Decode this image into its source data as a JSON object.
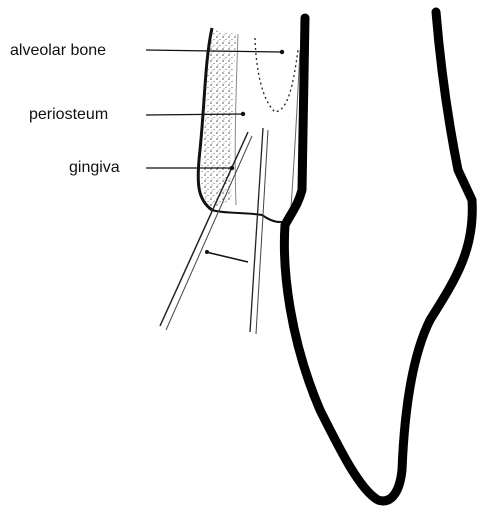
{
  "diagram": {
    "labels": [
      {
        "id": "alveolar-bone",
        "text": "alveolar bone"
      },
      {
        "id": "periosteum",
        "text": "periosteum"
      },
      {
        "id": "gingiva",
        "text": "gingiva"
      }
    ],
    "colors": {
      "ink": "#111111",
      "background": "#ffffff"
    }
  }
}
